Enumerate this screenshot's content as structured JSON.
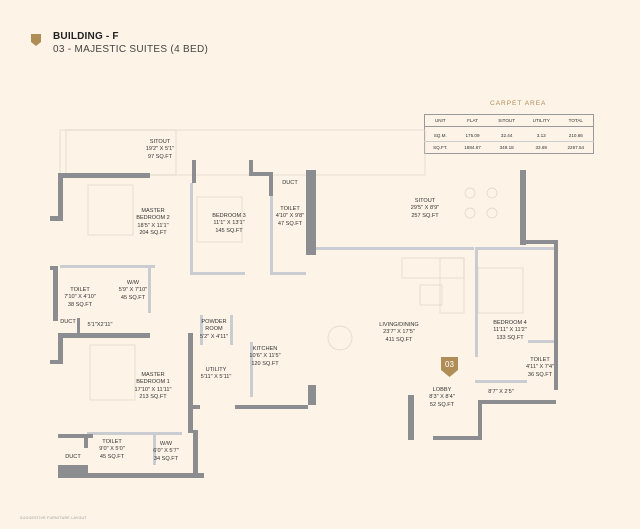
{
  "header": {
    "title": "BUILDING - F",
    "subtitle": "03 - MAJESTIC SUITES (4 BED)",
    "icon": "shield-icon"
  },
  "colors": {
    "accent": "#b08d57",
    "background": "#fdf3e7",
    "wall_dark": "#8c8d90",
    "wall_light": "#c9ccd1"
  },
  "carpet_area": {
    "title": "CARPET AREA",
    "columns": [
      "UNIT",
      "FLAT",
      "SITOUT",
      "UTILITY",
      "TOTAL"
    ],
    "rows": [
      [
        "SQ.M.",
        "175.09",
        "32.44",
        "3.13",
        "210.66"
      ],
      [
        "SQ.FT.",
        "1884.67",
        "349.18",
        "33.69",
        "2267.54"
      ]
    ]
  },
  "rooms": {
    "sitout_top": {
      "name": "SITOUT",
      "dims": "19'2\" X 5'1\"",
      "area": "97 SQ.FT"
    },
    "master_bedroom_2": {
      "name": "MASTER",
      "name2": "BEDROOM 2",
      "dims": "18'5\" X 11'1\"",
      "area": "204 SQ.FT"
    },
    "bedroom_3": {
      "name": "BEDROOM 3",
      "dims": "11'1\" X 13'1\"",
      "area": "145 SQ.FT"
    },
    "duct_top": {
      "name": "DUCT"
    },
    "toilet_top": {
      "name": "TOILET",
      "dims": "4'10\" X 9'8\"",
      "area": "47 SQ.FT"
    },
    "toilet_left": {
      "name": "TOILET",
      "dims": "7'10\" X 4'10\"",
      "area": "38 SQ.FT"
    },
    "ww_top": {
      "name": "W/W",
      "dims": "5'9\" X 7'10\"",
      "area": "45 SQ.FT"
    },
    "duct_left": {
      "name": "DUCT"
    },
    "passage": {
      "dims": "5'1\"X2'11\""
    },
    "powder_room": {
      "name": "POWDER",
      "name2": "ROOM",
      "dims": "5'2\" X 4'11\""
    },
    "kitchen": {
      "name": "KITCHEN",
      "dims": "10'6\" X 11'5\"",
      "area": "120 SQ.FT"
    },
    "utility": {
      "name": "UTILITY",
      "dims": "5'11\" X 5'11\""
    },
    "master_bedroom_1": {
      "name": "MASTER",
      "name2": "BEDROOM 1",
      "dims": "17'10\" X 11'11\"",
      "area": "213 SQ.FT"
    },
    "toilet_bottom": {
      "name": "TOILET",
      "dims": "9'0\" X 5'0\"",
      "area": "45 SQ.FT"
    },
    "ww_bottom": {
      "name": "W/W",
      "dims": "6'0\" X 5'7\"",
      "area": "34 SQ.FT"
    },
    "duct_bottom": {
      "name": "DUCT"
    },
    "sitout_main": {
      "name": "SITOUT",
      "dims": "29'5\" X 8'9\"",
      "area": "257 SQ.FT"
    },
    "living_dining": {
      "name": "LIVING/DINING",
      "dims": "23'7\" X 17'5\"",
      "area": "411 SQ.FT"
    },
    "bedroom_4": {
      "name": "BEDROOM 4",
      "dims": "11'11\" X 11'2\"",
      "area": "133 SQ.FT"
    },
    "toilet_right": {
      "name": "TOILET",
      "dims": "4'11\" X 7'4\"",
      "area": "36 SQ.FT"
    },
    "lobby": {
      "name": "LOBBY",
      "dims": "8'3\" X 8'4\"",
      "area": "52 SQ.FT"
    },
    "store": {
      "dims": "8'7\" X 2'5\""
    }
  },
  "unit_badge": "03",
  "footnote": "SUGGESTIVE FURNITURE LAYOUT"
}
